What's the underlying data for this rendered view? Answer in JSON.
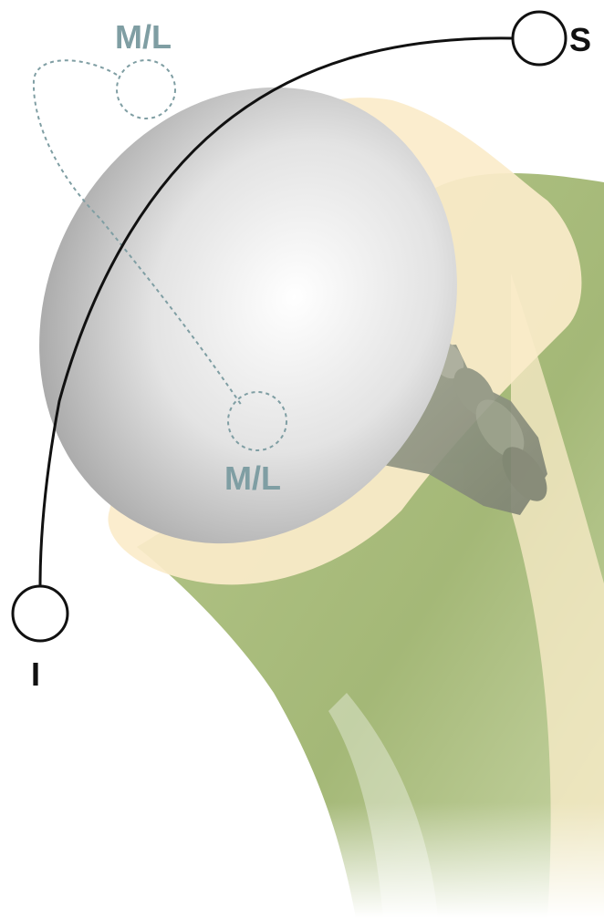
{
  "diagram": {
    "labels": {
      "superior": "S",
      "inferior": "I",
      "ml_top": "M/L",
      "ml_bottom": "M/L"
    },
    "colors": {
      "bone_green": "#a9bd7e",
      "cartilage_cream": "#fbecca",
      "implant_gray": "#c9c9c9",
      "stem_gray": "#8c9180",
      "arc_line": "#111111",
      "ml_teal": "#7f9ea3",
      "label_dark": "#111111"
    },
    "icons": [
      "superior-marker-icon",
      "inferior-marker-icon",
      "ml-marker-icon"
    ]
  }
}
